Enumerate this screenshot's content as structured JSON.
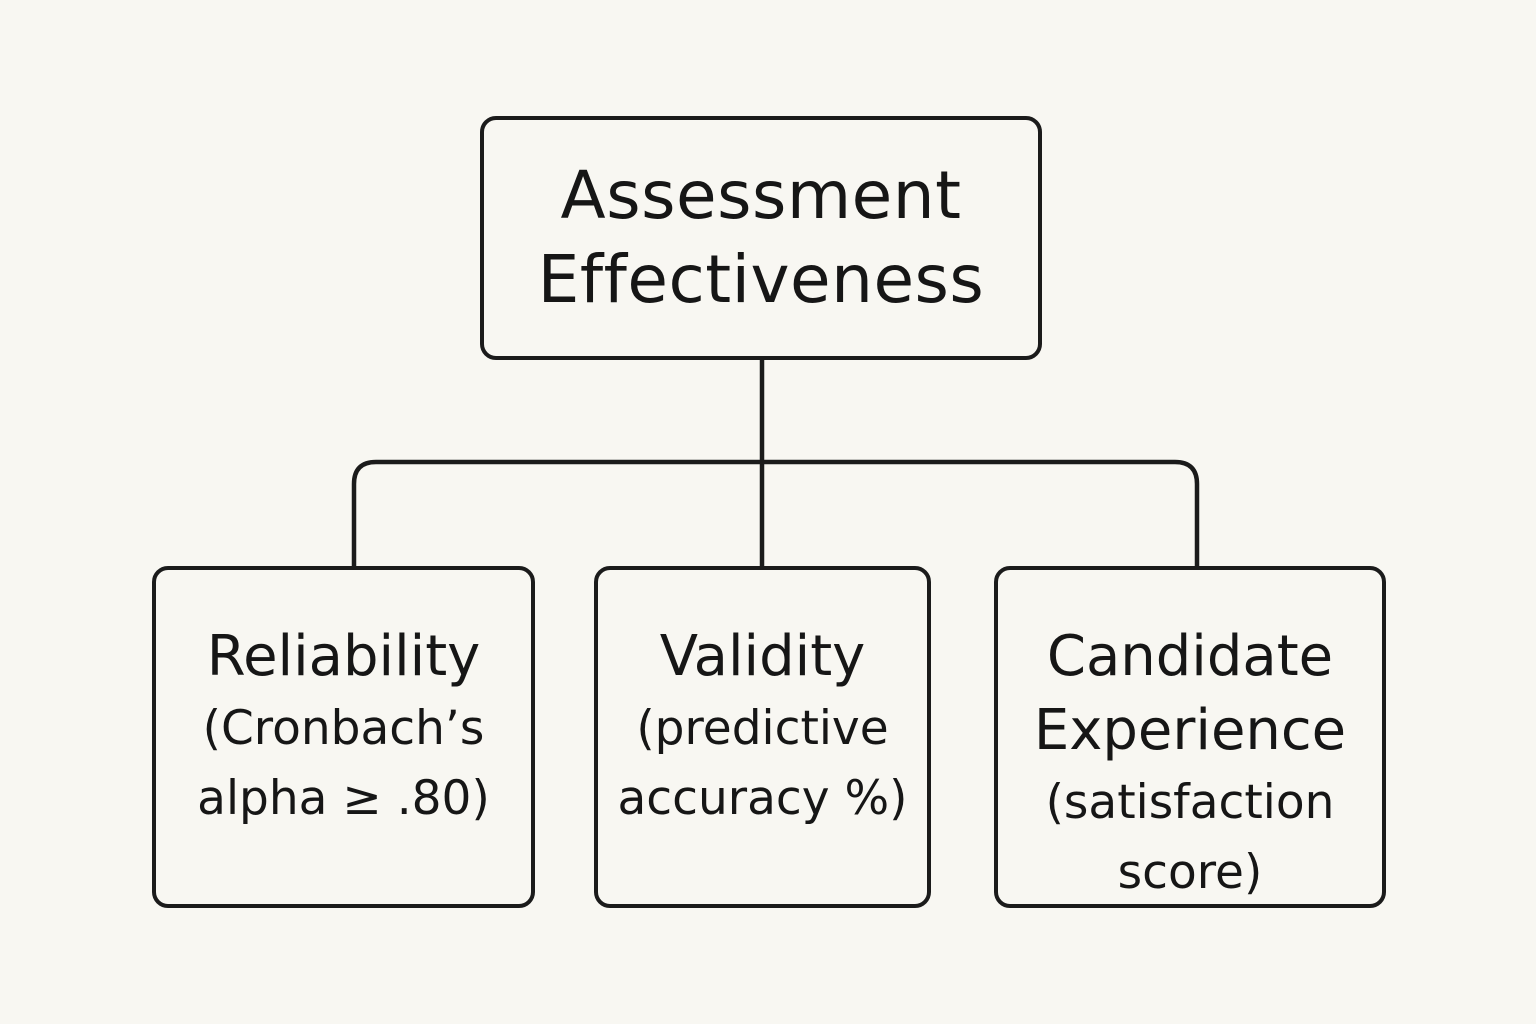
{
  "root": {
    "lines": [
      "Assessment",
      "Effectiveness"
    ]
  },
  "children": [
    {
      "title_lines": [
        "Reliability"
      ],
      "detail_lines": [
        "(Cronbach’s",
        "alpha ≥ .80)"
      ]
    },
    {
      "title_lines": [
        "Validity"
      ],
      "detail_lines": [
        "(predictive",
        "accuracy %)"
      ]
    },
    {
      "title_lines": [
        "Candidate",
        "Experience"
      ],
      "detail_lines": [
        "(satisfaction",
        "score)"
      ]
    }
  ],
  "colors": {
    "background": "#f8f7f2",
    "stroke": "#1b1b1b",
    "text": "#161616"
  }
}
